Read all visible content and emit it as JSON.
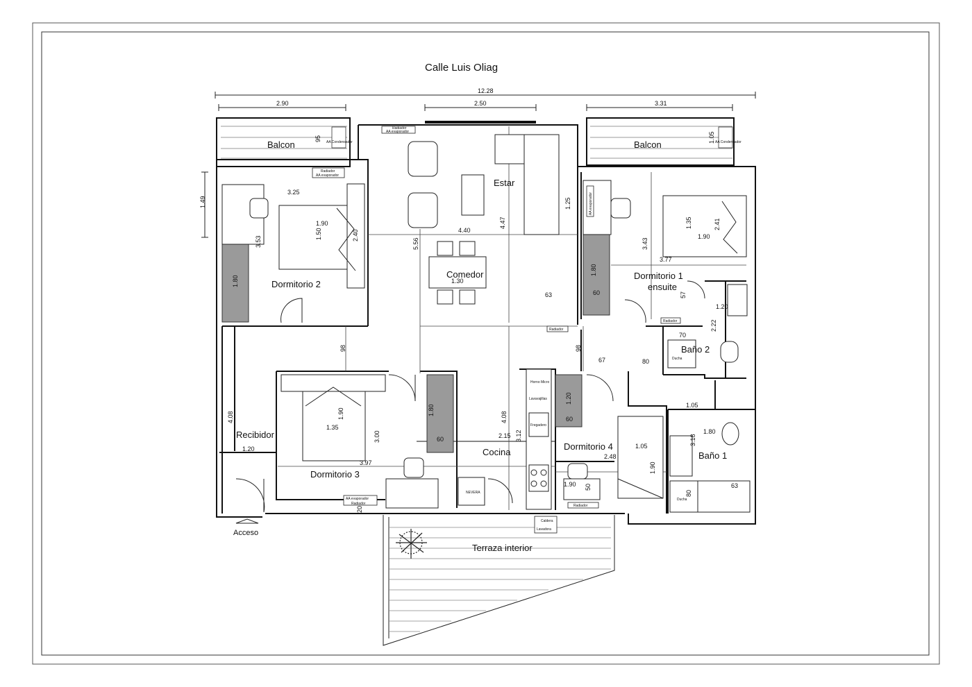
{
  "title": "Calle Luis Oliag",
  "rooms": {
    "balcon_left": "Balcon",
    "balcon_right": "Balcon",
    "estar": "Estar",
    "comedor": "Comedor",
    "dormitorio2": "Dormitorio 2",
    "dormitorio1": "Dormitorio 1",
    "ensuite": "ensuite",
    "bano2": "Baño 2",
    "bano1": "Baño 1",
    "recibidor": "Recibidor",
    "dormitorio3": "Dormitorio 3",
    "cocina": "Cocina",
    "dormitorio4": "Dormitorio 4",
    "terraza": "Terraza interior",
    "acceso": "Acceso"
  },
  "dimensions": {
    "total_width": "12.28",
    "balcon_left_width": "2.90",
    "estar_window": "2.50",
    "balcon_right_width": "3.31",
    "balcon_left_depth": "95",
    "balcon_right_depth": "1.05",
    "d2_height_side": "1.49",
    "d2_width": "3.25",
    "d2_bed_w": "1.90",
    "d2_bed_l": "1.50",
    "d2_bed_span": "2.40",
    "d2_depth": "3.53",
    "d2_wardrobe": "1.80",
    "estar_width": "4.40",
    "estar_depth": "4.47",
    "comedor_depth": "5.56",
    "comedor_table": "1.30",
    "sofa_depth": "1.25",
    "d1_wardrobe": "1.80",
    "d1_wardrobe_depth": "60",
    "cabinet_63": "63",
    "d1_depth": "3.43",
    "d1_bed_w": "1.90",
    "d1_bed_l": "1.35",
    "d1_bed_span": "2.41",
    "d1_width": "3.77",
    "d1_door_57": "57",
    "d1_corridor": "1.20",
    "b2_shower": "70",
    "b2_depth": "2.22",
    "corr_98_left": "98",
    "corr_98_right": "98",
    "corr_67": "67",
    "corr_80": "80",
    "recibidor_depth": "4.08",
    "recibidor_width": "1.20",
    "d3_bed_w": "1.35",
    "d3_bed_l": "1.90",
    "d3_depth": "3.00",
    "d3_width": "3.97",
    "d3_wardrobe": "1.80",
    "d3_wardrobe_depth": "60",
    "d3_sill": "20",
    "cocina_depth": "4.08",
    "cocina_width": "2.15",
    "cocina_side": "3.12",
    "d4_wardrobe": "1.20",
    "d4_wardrobe_depth": "60",
    "d4_width": "2.48",
    "d4_bed_w": "1.05",
    "d4_bed_l": "1.90",
    "d4_desk": "1.90",
    "d4_desk_depth": "50",
    "b1_width_top": "1.05",
    "b1_width": "1.80",
    "b1_depth": "3.18",
    "b1_shower": "80",
    "b1_cabinet": "63"
  },
  "labels": {
    "radiador_estar": "Radiador",
    "aa_evap_estar": "AA evaporador",
    "aa_cond_left": "AA Condensador",
    "aa_cond_right": "AA Condensador",
    "radiador_d2": "Radiador",
    "aa_evap_d2": "AA evaporador",
    "aa_evap_d1": "AA evaporador",
    "radiador_d1": "Radiador",
    "radiador_center": "Radiador",
    "ducha_b2": "Ducha",
    "horno": "Horno Micro",
    "lavavajillas": "Lavavajillas",
    "fregadero": "Fregadero",
    "nevera": "NEVERA",
    "aa_evap_d3": "AA evaporador",
    "radiador_d3": "Radiador",
    "radiador_d4": "Radiador",
    "caldera": "Caldera",
    "lavadora": "Lavadora",
    "ducha_b1": "Ducha"
  }
}
